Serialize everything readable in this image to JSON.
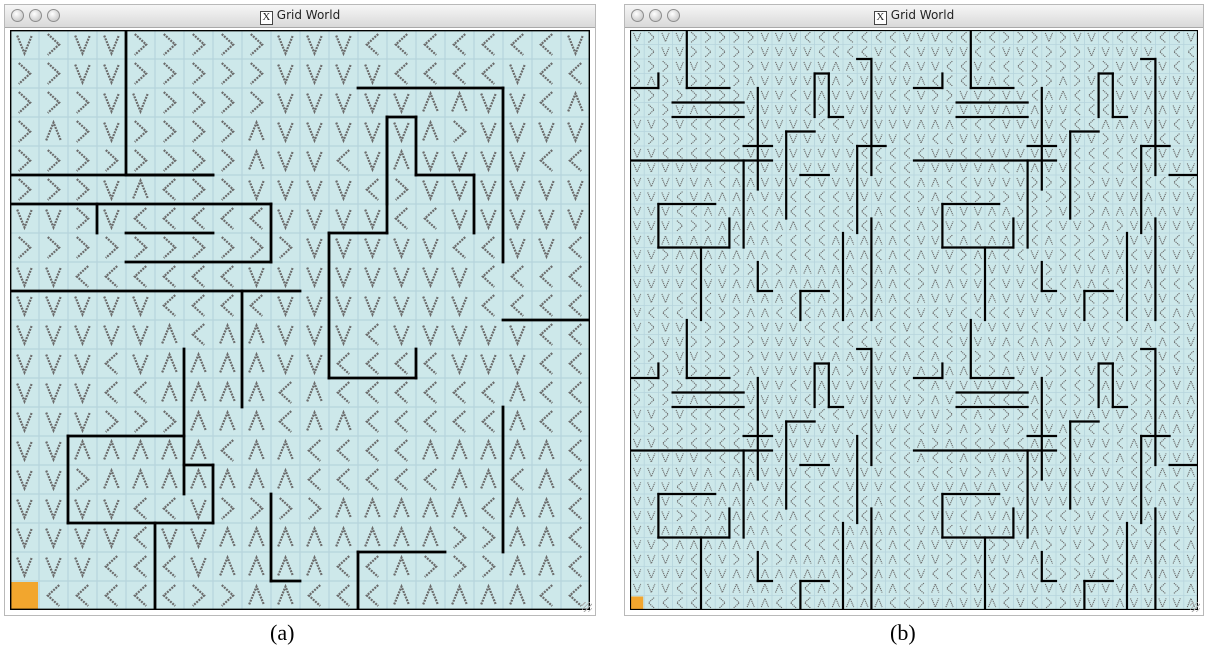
{
  "windows": [
    {
      "id": "a",
      "title": "Grid World",
      "caption": "(a)",
      "grid": {
        "size": 20,
        "background": "#cde8ea",
        "cell_border": "#b6d4dc",
        "arrow_color": "#6b6b6b",
        "wall_color": "#000000",
        "goal_color": "#f2a62e",
        "goal_cell": [
          19,
          0
        ],
        "rows": [
          "v>vv>>>>>vvv<<<<<<<v",
          ">>vv>>>>>vvvv<<<<v<<",
          ">>>vv>>>>vvvvv^^vv<^",
          ">^>v>>>>^vvvvv^>vvvv",
          ">>>>>>>>^vv<v^vvvv<<",
          ">>>v^<>>vvvv<>vvvvvv",
          "vv>v<<<<<vvvv<<vvvvv",
          ">>>>>>>>>>vvvvv<<vv<",
          "vv<<<<<<vvvvvvvv<<<<",
          "vvvvv<<<<vvvvvvv<<<<",
          "vvvvv^<^^vvv<vvvvv<<",
          "vvv<v^^^^vv<<<<vvv<<",
          "vvv<<^^^^<^<<<<<<^<<",
          "vvv>>>^^^<^^<<<<<^<<",
          "vv^^^^^<^^<<<<^^^^^<",
          "vv>^^^^^^^<<<<<^^<^<",
          "vvvv<<v>>>>^^^^^<^^<",
          "vvvv<vv^^^^^^^^>>^^<",
          "vvv<<<v^^^^<<^>>>^^<",
          "v<<<<<>>^^<<<^^^^^<<"
        ]
      }
    },
    {
      "id": "b",
      "title": "Grid World",
      "caption": "(b)",
      "grid": {
        "size": 40,
        "background": "#cde8ea",
        "cell_border": "#b6d4dc",
        "arrow_color": "#6b6b6b",
        "wall_color": "#000000",
        "goal_color": "#f2a62e",
        "goal_cell": [
          39,
          0
        ],
        "rows": [
          "v>vv>>>>>vvv<<<<<<<vvv<<<<>>>v>vv<<<<<<v",
          ">>vv>>>>>vvvv<<<<v<<vvvv<<vv<>>>vvvvv<<<",
          ">>>vv>>>>vvvvv^^vv<^vv<<v<<<>>>>>>vv<v<<",
          ">^>v>>>>^vvvvv^>vvvv^<<<v^<<>>^>v<<vvvvv",
          ">>>>>>>>^vv<v^vvvv<<v>>vv>vv<^^<<>vvvvvv",
          ">>>v^<>>vvvv<>vvvvvvvvvvvv^v^vv<<<vv^^vv",
          "vv>v<<<<<vvvv<<vvvvv^^^<<<vvvv<<<^^^vv<v",
          ">>>>>>>>>>vvvvv<<vv<v<<vvvvvvvvvv>vvv<<v",
          "vv<<<<<<vvvvvvvv<<<<<vv<<vvvvvv<<<<<<vvv",
          "vvvvv<<<<vvvvvvv<<<<vvvvv^<^^vv<<<<vvvvv",
          "vvvvv^<^^vvv<vvvvv<<^^<<vvvv>>>>>vv<<<<<",
          "vvv<v^^^^vv<<<<vvv<<>^<<>>>v>>>>v<vv^vvv",
          "vvv<<^^^^<^<<<<<<^<<vv^vv^^>>>v>>^^^^^vv",
          "vvv>>>^^^<^^<<<<<^<<^>v>^<vv<<vv>^>v^vvv",
          "vv^^^^^<^^<<<<^^^^^<vv<^<^^<<^<>>>vvvv<<",
          "vv>^^^^^^^<<<<<^^<^<^vv>^^<<vv><<vv<v<vv",
          "vvvv<<v>>>>^^^^^<^^<>vv<>vvvv>vvv^^vvvvv",
          "vvvv<vv^^^^^^^^>>^^<>^^vv<vv<<<^^<<<^<<<",
          "vvv<<<v^^^^<<^>>>^^<^vv<v^vvvv>v<>v<vv<v",
          "v<<<<<>>^^<<<^^^^^<<v<v<<<<vv<v<<><<v<^^",
          "v>vv>>>>>vvv<<<<<<<v<<<vvvvv<vvvv<><^<>v",
          ">>vv>>>>>vvvv<<<<v<<<<<vvv^<^^>>vv>v<^<v",
          ">>>vv>>>>vvvvv^^vv<^<^<>>><^vvvvvv^<<v<<",
          ">^>v>>>>^vvvvv^>vvvv^>^^<>^vv>><v<<>>>vv",
          ">>>>>>>>^vv<v^vvvv<<<^vvvvv>^v<<>^vv<>v^",
          ">>>v^<>>vvvv<>vvvvvv>^v>^<<<^><>>^>>><^^",
          "vv>v<<<<<vvvv<<vvvvvvv><^>>><vvv^vv>^^^v",
          ">>>>>>>>>>vvvvv<<vv<<v>^>vv>vv^<<<v<<^^v",
          "vv<<<<<<vvvvvvvv<<<<^>^<<><<^^<vvv<^v<vv",
          "vvvvv<<<<vvvvvvv<<<<^<<^<v^vvv>v<<^<>vvv",
          "vvvvv^<^^vvv<vvvvv<<<<<v>^v>>vvvvv<<<^v^",
          "vvv<v^^^^vv<<<<vvv<<vvv^v^v<vvv<v>vv<^<v",
          "vvv<<^^^^<^<<<<<<^<<<<vv>vvvvvvvvvv<v^vv",
          "vvv>>>^^^<^^<<<<<^<<<vv<^v^v><<>v<vv^vv<",
          "vv^^^^^<^^<<<<^^^^^<v^<v<v^v^vvvv>^><^vv",
          "vv>^^^^^^^<<<<<^^<^<^vvvv>>v^>>v>>vvv<<^",
          "vvvv<<v>>>>^^^^^<^^<vv>>vvv>^^><>v<^^^^v",
          "vvvv<vv^^^^^^^^>>^^<v<<<^<>^<>>>v<><^^vv",
          "vvv<<<v^^^^<<^>>>^^<<^<<vv>vvvv^vvv^v<>^",
          "v<<<<<>>^^<<<^^^^^<<>v^vv^<v<>>vvv^vvvv^"
        ]
      }
    }
  ]
}
